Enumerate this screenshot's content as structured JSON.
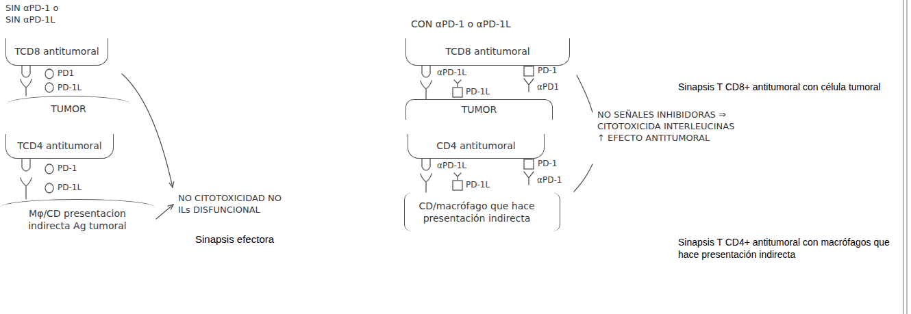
{
  "diagram": {
    "nodes": [
      {
        "text": [
          "TCD8 antitumoral"
        ]
      },
      {
        "text": [
          "TUMOR"
        ]
      },
      {
        "text": [
          "TCD4 antitumoral"
        ]
      },
      {
        "text": [
          "Mφ/CD presentacion indirecta Ag tumoral"
        ]
      },
      {
        "text": [
          "TCD8 antitumoral"
        ]
      },
      {
        "text": [
          "TUMOR"
        ]
      },
      {
        "text": [
          "CD4 antitumoral"
        ]
      },
      {
        "text": [
          "CD/macrófago que hace presentación indirecta"
        ]
      }
    ],
    "labels": [
      "SIN αPD-1 o SIN αPD-1L",
      "CON αPD-1 o αPD-1L",
      "PD1",
      "PD-1L",
      "PD-1",
      "PD-1L",
      "NO CITOTOXICIDAD NO ILs DISFUNCIONAL",
      "Sinapsis efectora",
      "αPD-1L",
      "PD-1",
      "αPD1",
      "PD-1L",
      "αPD-1L",
      "PD-1",
      "αPD-1",
      "PD-1L",
      "NO SEÑALES INHIBIDORAS ⇒ CITOTOXICIDA INTERLEUCINAS ↑ EFECTO ANTITUMORAL",
      "Sinapsis T CD8+ antitumoral con célula tumoral",
      "Sinapsis T CD4+ antitumoral con macrófagos que hace presentación indirecta"
    ]
  }
}
